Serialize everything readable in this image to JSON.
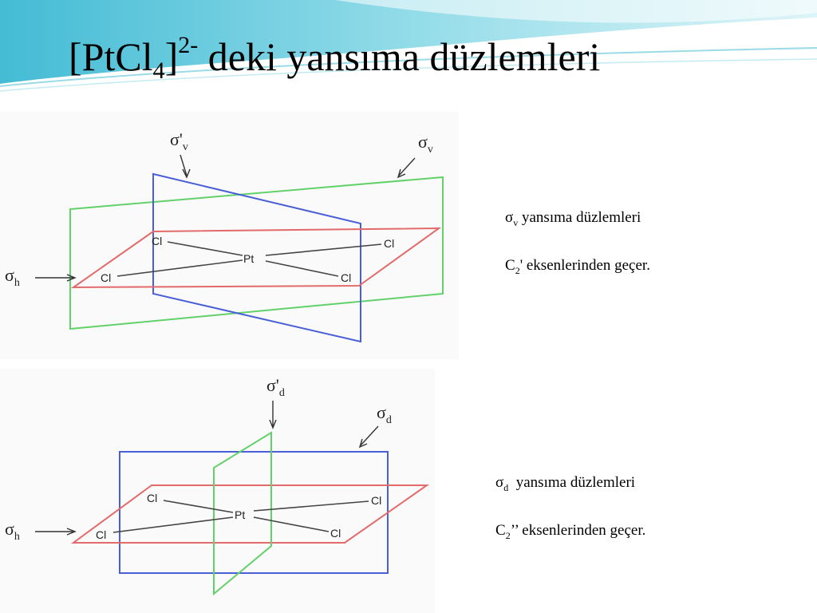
{
  "title": {
    "base": "[PtCl",
    "sub": "4",
    "close": "]",
    "sup": "2-",
    "rest": " deki yansıma düzlemleri"
  },
  "figure_top": {
    "labels": {
      "sigma_v_prime": "σ'",
      "sigma_v_prime_sub": "v",
      "sigma_v": "σ",
      "sigma_v_sub": "v",
      "sigma_h": "σ",
      "sigma_h_sub": "h"
    },
    "atoms": {
      "center": "Pt",
      "cl_upper_left": "Cl",
      "cl_upper_right": "Cl",
      "cl_lower_left": "Cl",
      "cl_lower_right": "Cl"
    }
  },
  "figure_bottom": {
    "labels": {
      "sigma_d_prime": "σ'",
      "sigma_d_prime_sub": "d",
      "sigma_d": "σ",
      "sigma_d_sub": "d",
      "sigma_h": "σ",
      "sigma_h_sub": "h"
    },
    "atoms": {
      "center": "Pt",
      "cl_upper_left": "Cl",
      "cl_upper_right": "Cl",
      "cl_lower_left": "Cl",
      "cl_lower_right": "Cl"
    }
  },
  "notes": {
    "sv_symbol": "σ",
    "sv_sub": "v",
    "sv_text": " yansıma düzlemleri",
    "sv_axes_pre": "C",
    "sv_axes_sub": "2",
    "sv_axes_text": "' eksenlerinden geçer.",
    "sd_symbol": "σ",
    "sd_sub": "d",
    "sd_text": "  yansıma düzlemleri",
    "sd_axes_pre": "C",
    "sd_axes_sub": "2",
    "sd_axes_text": "’’ eksenlerinden geçer."
  },
  "colors": {
    "red_plane": "#e36a6a",
    "blue_plane": "#4a5fd6",
    "green_plane": "#62d16a",
    "decor_teal": "#7fd3e0"
  }
}
